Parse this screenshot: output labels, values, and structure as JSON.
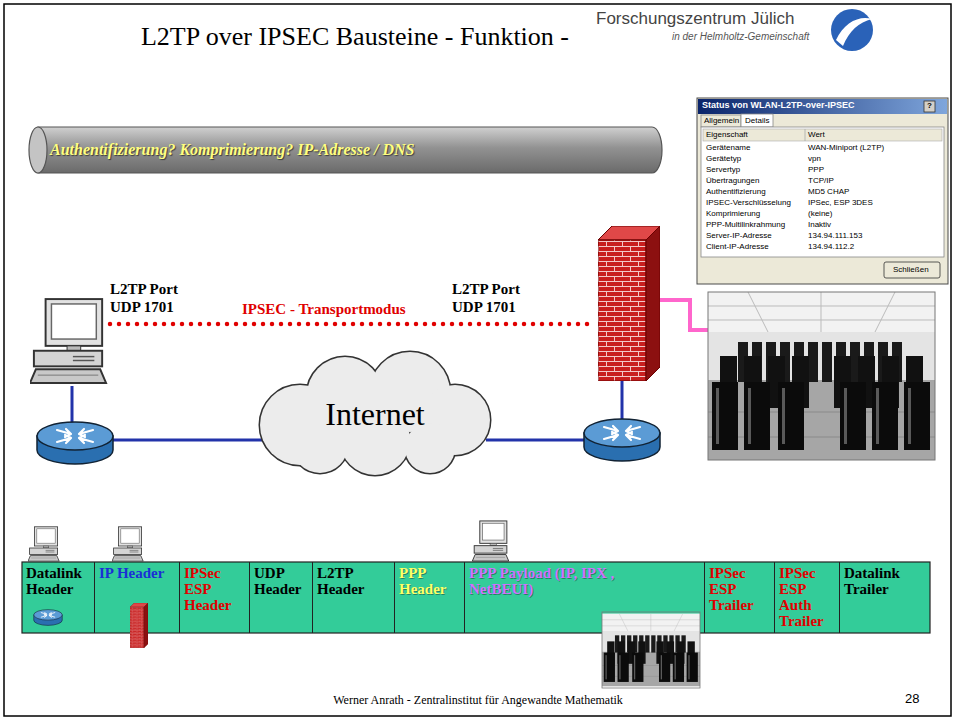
{
  "diagram": {
    "title": "L2TP over IPSEC Bausteine - Funktion -",
    "nodes": [
      {
        "text": [
          "Authentifizierung? Komprimierung? IP-Adresse / DNS"
        ]
      },
      {
        "text": [
          "Status von WLAN-L2TP-over-IPSEC"
        ]
      },
      {
        "text": [
          "Internet"
        ]
      },
      {
        "text": [
          "Datalink Header"
        ]
      },
      {
        "text": [
          "IP Header"
        ]
      },
      {
        "text": [
          "IPSec ESP Header"
        ]
      },
      {
        "text": [
          "UDP Header"
        ]
      },
      {
        "text": [
          "L2TP Header"
        ]
      },
      {
        "text": [
          "PPP Header"
        ]
      },
      {
        "text": [
          "PPP Payload (IP, IPX , NetBEUI)"
        ]
      },
      {
        "text": [
          "IPSec ESP Trailer"
        ]
      },
      {
        "text": [
          "IPSec ESP Auth Trailer"
        ]
      },
      {
        "text": [
          "Datalink Trailer"
        ]
      }
    ],
    "labels": [
      "Forschungszentrum Jülich",
      "in der Helmholtz-Gemeinschaft",
      "?",
      "Allgemein",
      "Details",
      "Eigenschaft",
      "Wert",
      "Gerätename",
      "WAN-Miniport (L2TP)",
      "Gerätetyp",
      "vpn",
      "Servertyp",
      "PPP",
      "Übertragungen",
      "TCP/IP",
      "Authentifizierung",
      "MD5 CHAP",
      "IPSEC-Verschlüsselung",
      "IPSec, ESP 3DES",
      "Komprimierung",
      "(keine)",
      "PPP-Multilinkrahmung",
      "Inaktiv",
      "Server-IP-Adresse",
      "134.94.111.153",
      "Client-IP-Adresse",
      "134.94.112.2",
      "Schließen",
      "L2TP Port UDP 1701",
      "L2TP Port UDP 1701",
      "IPSEC - Transportmodus",
      "Werner Anrath - Zentralinstitut für Angewandte Mathematik",
      "28"
    ]
  }
}
